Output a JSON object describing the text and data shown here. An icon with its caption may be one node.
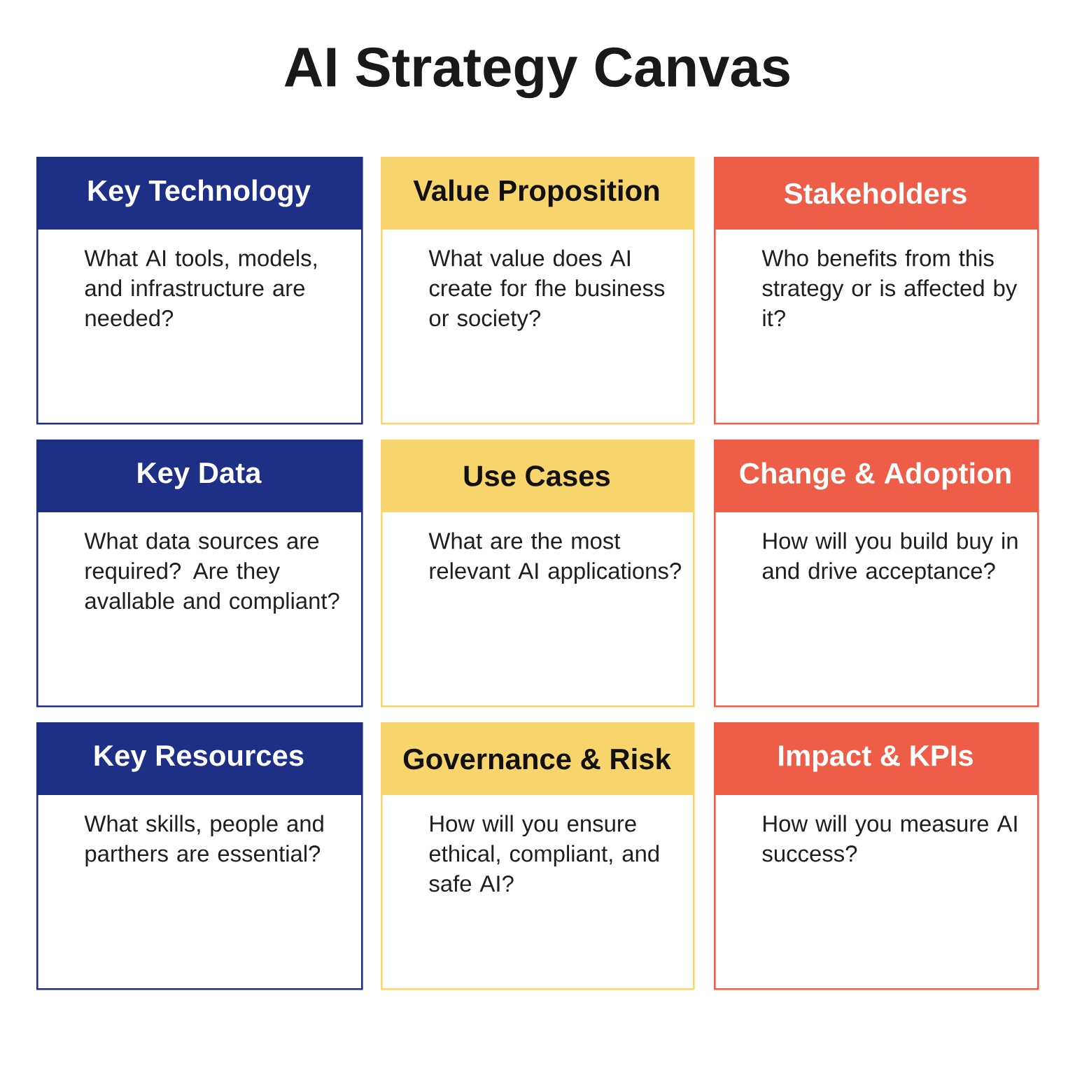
{
  "diagram": {
    "title": "AI Strategy Canvas",
    "nodes": [
      {
        "text": [
          "Key Technology",
          "What AI tools, models, and infrastructure are needed?"
        ]
      },
      {
        "text": [
          "Value Proposition",
          "What value does AI create for fhe business or society?"
        ]
      },
      {
        "text": [
          "Stakeholders",
          "Who benefits from this strategy or is affected by it?"
        ]
      },
      {
        "text": [
          "Key Data",
          "What data sources are required? Are they avallable and compliant?"
        ]
      },
      {
        "text": [
          "Use Cases",
          "What are the most relevant AI applications?"
        ]
      },
      {
        "text": [
          "Change & Adoption",
          "How will you build buy  in and drive acceptance?"
        ]
      },
      {
        "text": [
          "Key Resources",
          "What skills, people and parthers are essential?"
        ]
      },
      {
        "text": [
          "Governance & Risk",
          "How will you ensure ethical, compliant, and safe AI?"
        ]
      },
      {
        "text": [
          "Impact & KPIs",
          "How will you measure AI success?"
        ]
      }
    ]
  }
}
